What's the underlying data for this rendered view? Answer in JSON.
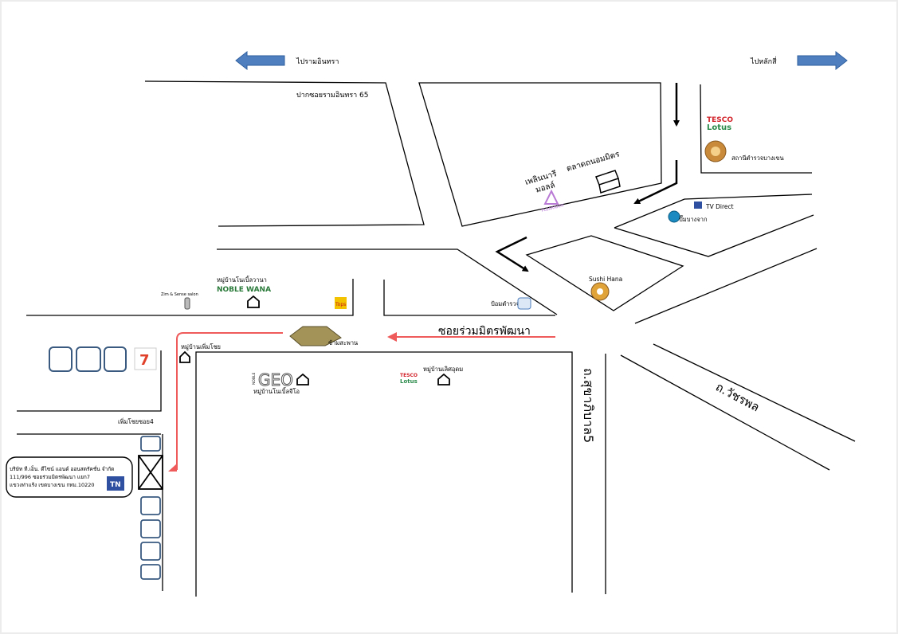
{
  "directions": {
    "west": "ไปรามอินทรา",
    "east": "ไปหลักสี่"
  },
  "roads": {
    "soi_entrance": "ปากซอยรามอินทรา 65",
    "soi_ruam_mit": "ซอยร่วมมิตรพัฒนา",
    "sukhaphiban": "ถ.สุขาภิบาล5",
    "watcharaphon": "ถ.วัชรพล",
    "phet_soi": "เพิ่มโชยซอย4"
  },
  "landmarks": {
    "tesco_top": [
      "TESCO",
      "Lotus"
    ],
    "police": "สถานีตำรวจบางเขน",
    "tv_direct": "TV Direct",
    "gas_station": "ปั๊มบางจาก",
    "pharmacy_mall_line1": "เพลินนารี",
    "pharmacy_mall_line2": "มอลล์",
    "pharmacy_brand": "PLEARNARY",
    "market": "ตลาดถนอมมิตร",
    "sushi": "Sushi Hana",
    "noble_village": "หมู่บ้านโนเบิ้ลวานา",
    "noble_logo": "NOBLE WANA",
    "salon": "Zim & Sense salon",
    "tops": "Tops",
    "police_box": "ป้อมตำรวจ",
    "bridge": "ข้ามสะพาน",
    "phet_village": "หมู่บ้านเพิ่มโชย",
    "seven_eleven": "7",
    "noble_geo_logo": "GEO",
    "noble_geo_prefix": "NOBLE",
    "noble_geo": "หมู่บ้านโนเบิ้ลจีโอ",
    "tesco_small": [
      "TESCO",
      "Lotus"
    ],
    "lert_udom": "หมู่บ้านเลิศอุดม"
  },
  "company": {
    "line1": "บริษัท ที.เอ็น. ดีไซน์ แอนด์ ออนสตรัคชั่น จำกัด",
    "line2": "111/996 ซอยร่วมมิตรพัฒนา แยก7",
    "line3": "แขวงท่าแร้ง เขตบางเขน กทม.10220",
    "logo": "TN"
  },
  "colors": {
    "arrow_blue": "#4f7fbf",
    "route_red": "#ef5a5a",
    "box_stroke": "#3a5a80"
  }
}
